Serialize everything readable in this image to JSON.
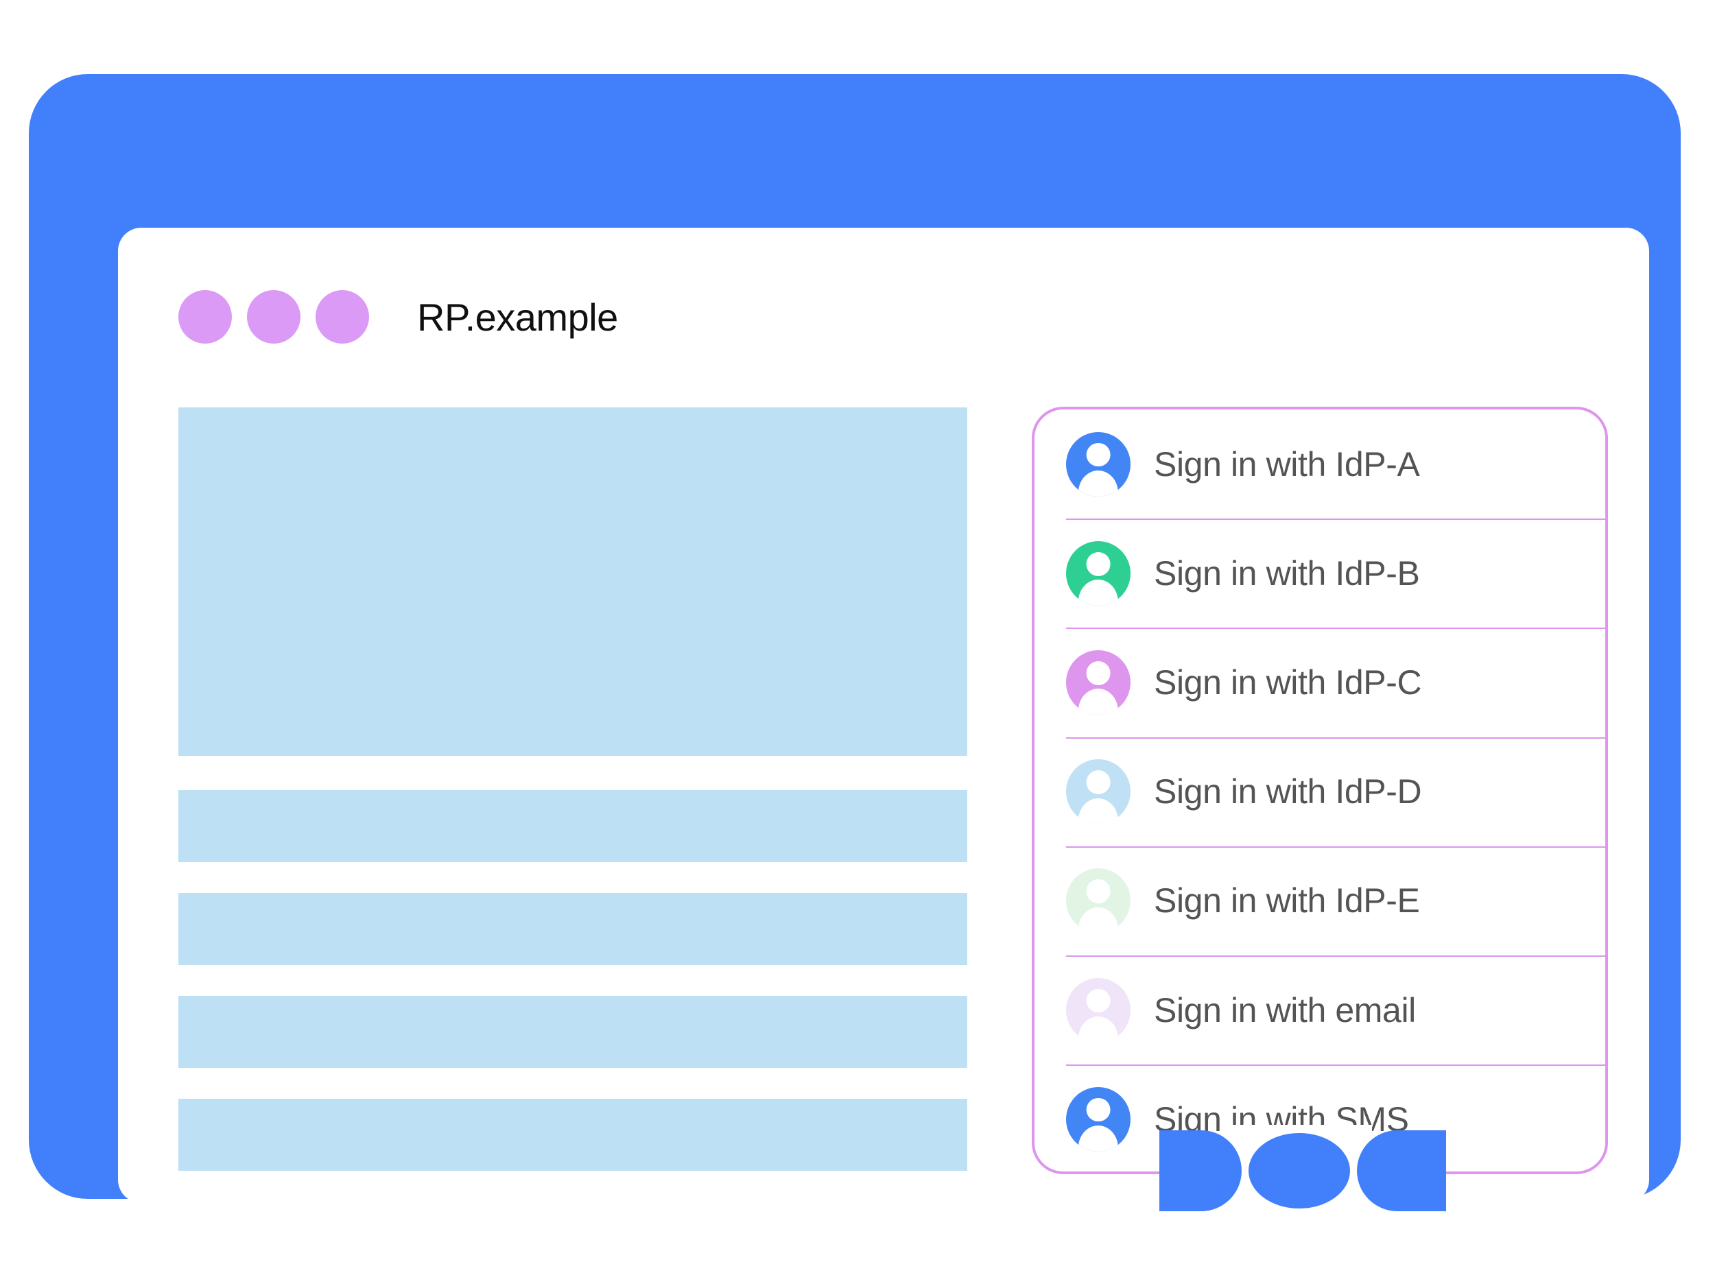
{
  "device": {
    "frame_color": "#4180fa",
    "screen_background": "#ffffff",
    "home_button_name": "home-button"
  },
  "browser": {
    "tab_dots": [
      {
        "name": "tab-dot-1",
        "color": "#db9af5"
      },
      {
        "name": "tab-dot-2",
        "color": "#db9af5"
      },
      {
        "name": "tab-dot-3",
        "color": "#db9af5"
      }
    ],
    "site_title": "RP.example"
  },
  "page_content": {
    "placeholder_color": "#bee0f5",
    "blocks": [
      {
        "name": "content-block-hero",
        "kind": "hero"
      },
      {
        "name": "content-block-line-1",
        "kind": "line"
      },
      {
        "name": "content-block-line-2",
        "kind": "line"
      },
      {
        "name": "content-block-line-3",
        "kind": "line"
      },
      {
        "name": "content-block-line-4",
        "kind": "line"
      }
    ]
  },
  "account_chooser": {
    "border_color": "#dd95ee",
    "separator_color": "#dd95ee",
    "text_color": "#545454",
    "items": [
      {
        "label": "Sign in with IdP-A",
        "avatar_color": "#4285f4",
        "icon": "avatar-icon"
      },
      {
        "label": "Sign in with IdP-B",
        "avatar_color": "#2ecf92",
        "icon": "avatar-icon"
      },
      {
        "label": "Sign in with IdP-C",
        "avatar_color": "#dd95ee",
        "icon": "avatar-icon"
      },
      {
        "label": "Sign in with IdP-D",
        "avatar_color": "#bfe0f5",
        "icon": "avatar-icon"
      },
      {
        "label": "Sign in with IdP-E",
        "avatar_color": "#e2f5e4",
        "icon": "avatar-icon"
      },
      {
        "label": "Sign in with email",
        "avatar_color": "#f0e4f8",
        "icon": "avatar-icon"
      },
      {
        "label": "Sign in with SMS",
        "avatar_color": "#4285f4",
        "icon": "avatar-icon"
      }
    ]
  }
}
